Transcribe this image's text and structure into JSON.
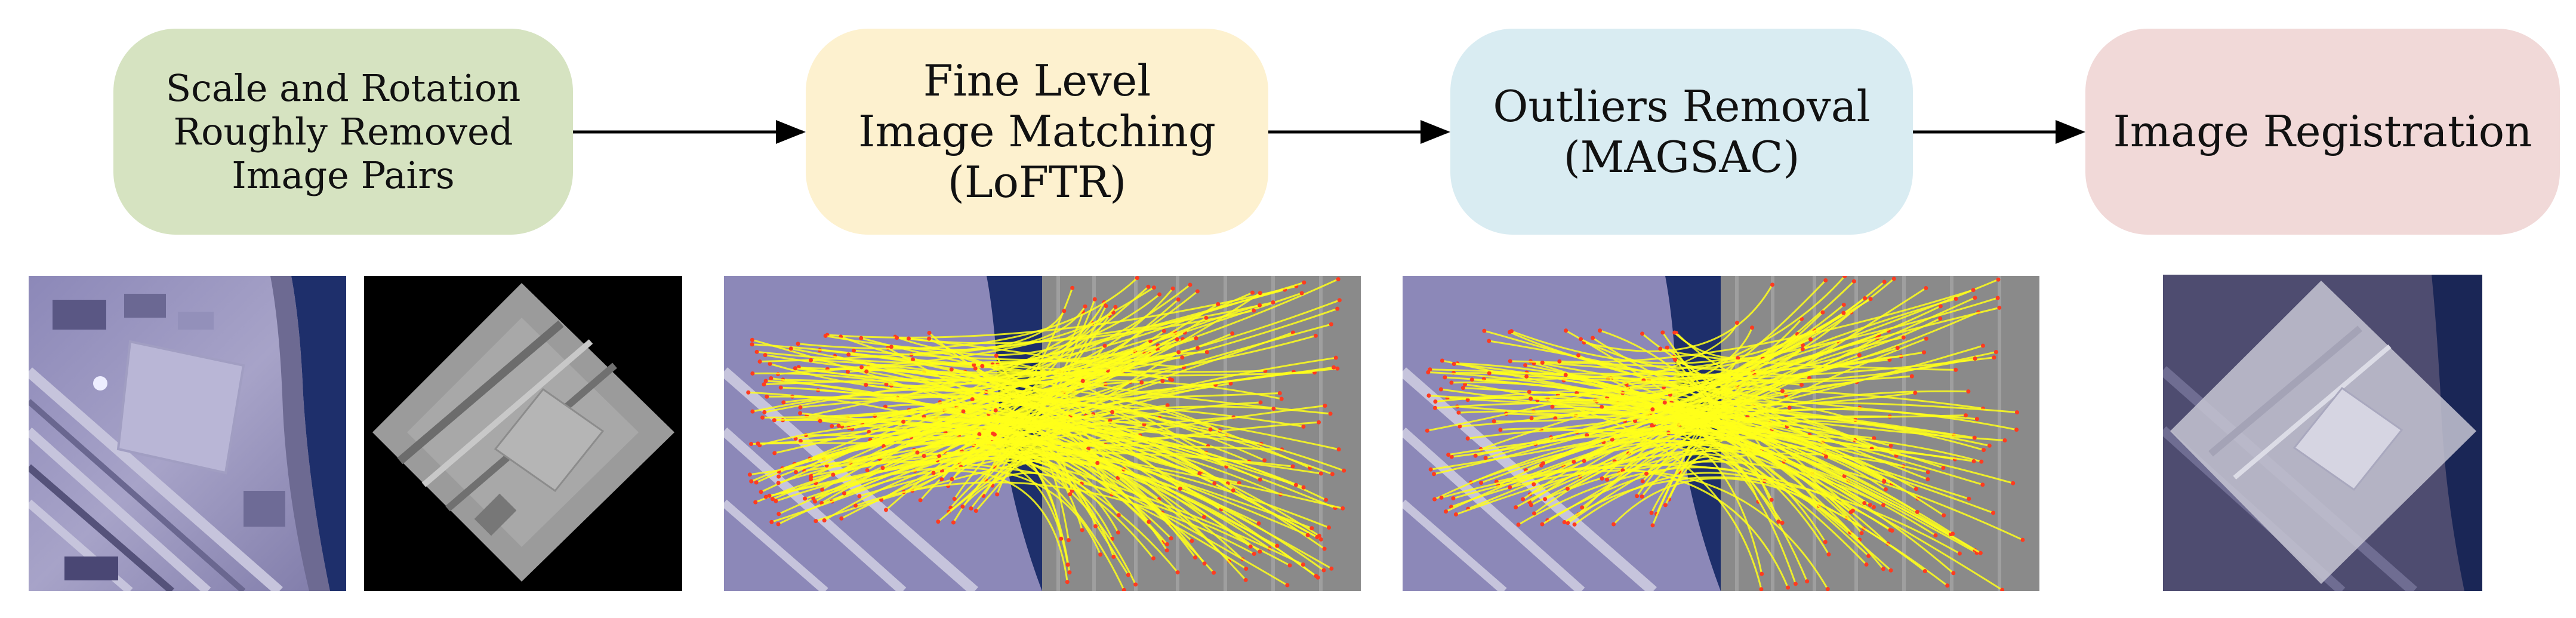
{
  "colors": {
    "stage1_fill": "#d6e3c1",
    "stage2_fill": "#fdf1cf",
    "stage3_fill": "#d9ecf2",
    "stage4_fill": "#f1d9d8",
    "arrow": "#000000",
    "match_line": "#ffff1a",
    "match_point": "#ff3b1f",
    "satellite_base": "#8a86b6",
    "water": "#1e2f6b",
    "gray_patch": "#9a9a9a",
    "black_bg": "#000000"
  },
  "stages": [
    {
      "id": "stage-1",
      "lines": [
        "Scale and Rotation",
        "Roughly Removed",
        "Image Pairs"
      ]
    },
    {
      "id": "stage-2",
      "lines": [
        "Fine Level",
        "Image Matching",
        "(LoFTR)"
      ]
    },
    {
      "id": "stage-3",
      "lines": [
        "Outliers Removal",
        "(MAGSAC)"
      ]
    },
    {
      "id": "stage-4",
      "lines": [
        "Image Registration"
      ]
    }
  ],
  "panels": [
    {
      "name": "satellite-image-panel",
      "icon": "satellite-photo"
    },
    {
      "name": "rotated-grayscale-image-panel",
      "icon": "rotated-grayscale-photo"
    },
    {
      "name": "loftr-matches-panel",
      "icon": "feature-match-lines"
    },
    {
      "name": "magsac-inliers-panel",
      "icon": "feature-match-lines"
    },
    {
      "name": "registered-overlay-panel",
      "icon": "registered-overlay-photo"
    }
  ]
}
